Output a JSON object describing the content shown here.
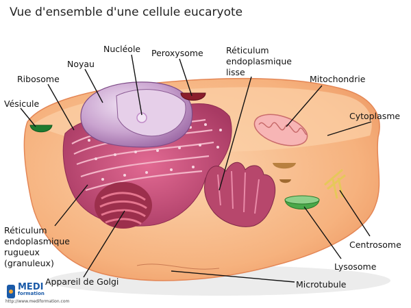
{
  "title": "Vue d'ensemble d'une cellule eucaryote",
  "labels": {
    "nucleole": "Nucléole",
    "peroxysome": "Peroxysome",
    "rel_1": "Réticulum",
    "rel_2": "endoplasmique",
    "rel_3": "lisse",
    "noyau": "Noyau",
    "ribosome": "Ribosome",
    "mitochondrie": "Mitochondrie",
    "vesicule": "Vésicule",
    "cytoplasme": "Cytoplasme",
    "rer_1": "Réticulum",
    "rer_2": "endoplasmique",
    "rer_3": "rugueux",
    "rer_4": "(granuleux)",
    "centrosome": "Centrosome",
    "lysosome": "Lysosome",
    "golgi": "Appareil de Golgi",
    "microtubule": "Microtubule"
  },
  "logo": {
    "name": "MEDI",
    "sub": "formation",
    "url": "http://www.mediformation.com"
  },
  "colors": {
    "cytoplasm": "#f6b27e",
    "membrane_edge": "#e9895a",
    "nucleus": "#b98fc0",
    "rer": "#b8456e",
    "mitochondria": "#f4a3a3",
    "vesicle": "#2f8a3a",
    "lysosome": "#3c9a3c"
  }
}
